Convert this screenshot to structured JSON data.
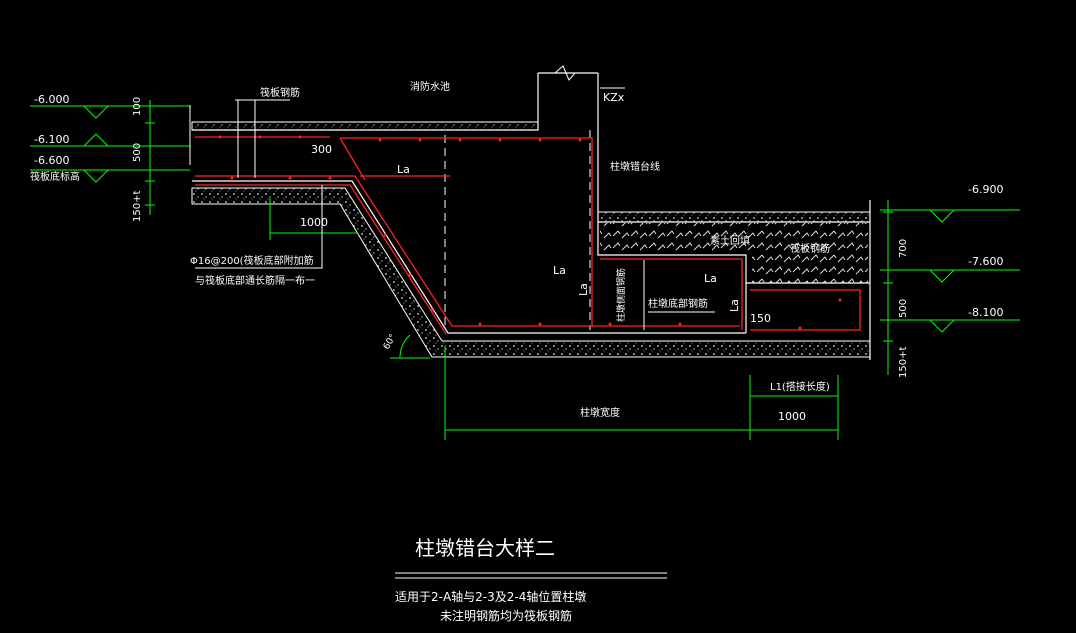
{
  "colors": {
    "background": "#000000",
    "outline": "#ffffff",
    "dimension": "#00ff00",
    "rebar": "#ff0000",
    "dashed": "#ffffff"
  },
  "levels": {
    "l_6000": "-6.000",
    "l_6100": "-6.100",
    "l_6600": "-6.600",
    "raft_bottom_level": "筏板底标高",
    "l_6900": "-6.900",
    "l_7600": "-7.600",
    "l_8100": "-8.100"
  },
  "dims": {
    "d100": "100",
    "d500": "500",
    "d150t": "150+t",
    "d700": "700",
    "d500b": "500",
    "d150tb": "150+t",
    "d300": "300",
    "d1000": "1000",
    "d1000b": "1000",
    "d150": "150",
    "angle60": "60°"
  },
  "labels": {
    "fire_pool": "消防水池",
    "raft_rebar": "筏板钢筋",
    "kz": "KZx",
    "la1": "La",
    "la2": "La",
    "la3": "La",
    "la4": "La",
    "la5": "La",
    "pier_step_line": "柱墩错台线",
    "add_rebar_1": "Φ16@200(筏板底部附加筋",
    "add_rebar_2": "与筏板底部通长筋隔一布一",
    "backfill": "素土回填",
    "raft_rebar_2": "筏板钢筋",
    "pier_side_rebar": "柱墩侧面钢筋",
    "pier_bottom_rebar": "柱墩底部钢筋",
    "pier_width": "柱墩宽度",
    "l1_note": "L1(搭接长度)"
  },
  "title": {
    "main": "柱墩错台大样二",
    "note1": "适用于2-A轴与2-3及2-4轴位置柱墩",
    "note2": "未注明钢筋均为筏板钢筋"
  }
}
